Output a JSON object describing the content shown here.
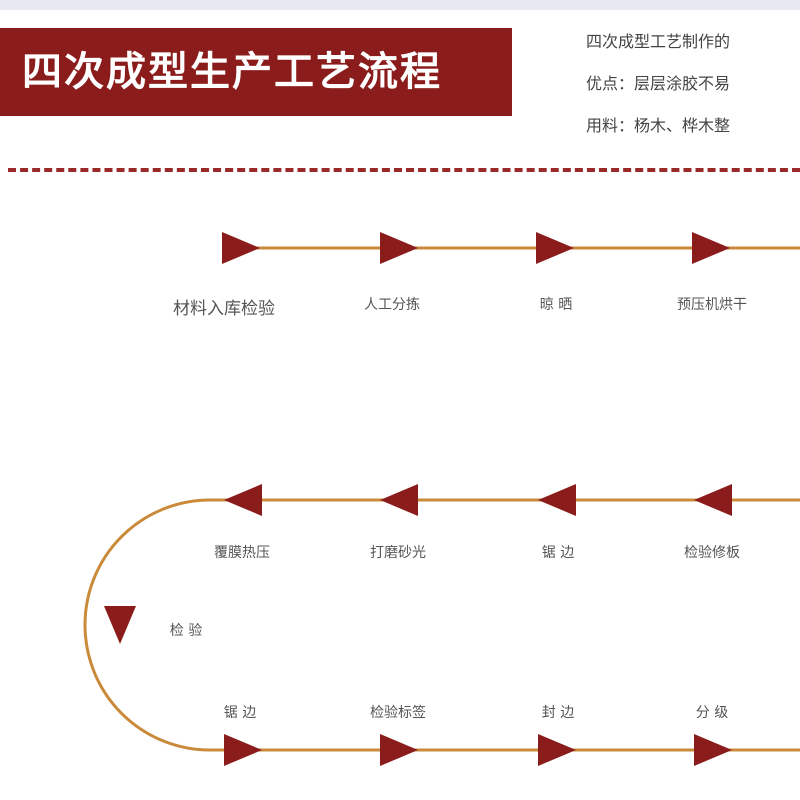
{
  "header": {
    "title": "四次成型生产工艺流程",
    "intro": [
      "四次成型工艺制作的",
      "优点：层层涂胶不易",
      "用料：杨木、桦木整"
    ]
  },
  "flow": {
    "row1": [
      "材料入库检验",
      "人工分拣",
      "晾  晒",
      "预压机烘干"
    ],
    "row2": [
      "覆膜热压",
      "打磨砂光",
      "锯  边",
      "检验修板"
    ],
    "turn": "检  验",
    "row3": [
      "锯  边",
      "检验标签",
      "封  边",
      "分  级"
    ]
  },
  "colors": {
    "banner": "#8b1c1c",
    "arrow": "#8b1c1c",
    "line": "#c98a3a",
    "rule": "#9a2a2a"
  }
}
